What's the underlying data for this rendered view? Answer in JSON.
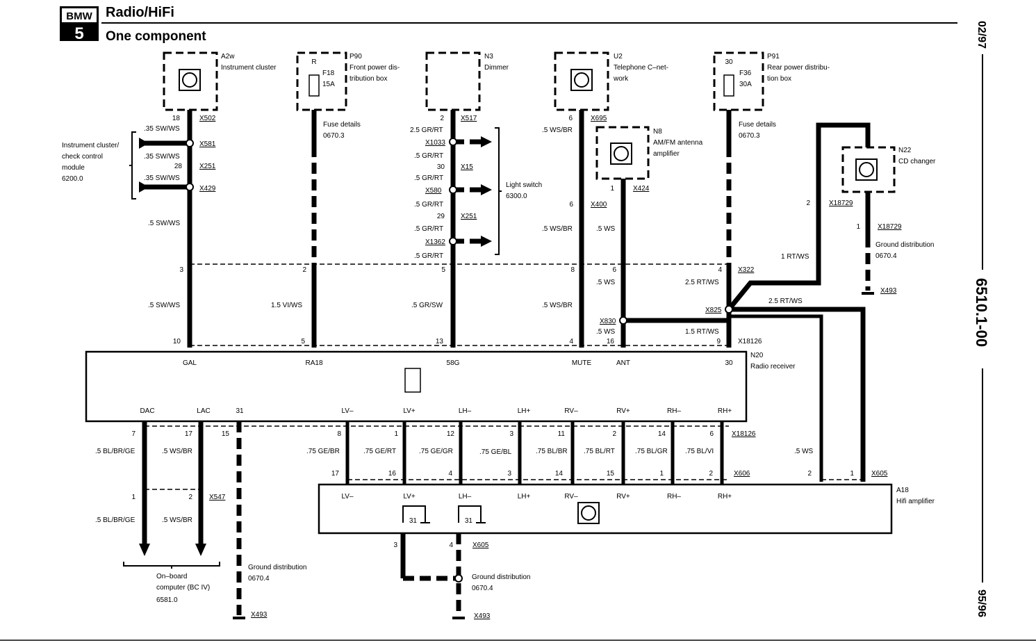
{
  "header": {
    "brand": "BMW",
    "series": "5",
    "title": "Radio/HiFi",
    "subtitle": "One component"
  },
  "margin": {
    "date_top": "02/97",
    "doc_number": "6510.1-00",
    "date_bottom": "95/96"
  },
  "components": {
    "a2w": {
      "id": "A2w",
      "lines": [
        "Instrument cluster"
      ]
    },
    "p90": {
      "id": "P90",
      "lines": [
        "Front power dis-",
        "tribution box"
      ],
      "terminal": "R",
      "fuse": "F18",
      "amp": "15A"
    },
    "n3": {
      "id": "N3",
      "lines": [
        "Dimmer"
      ]
    },
    "u2": {
      "id": "U2",
      "lines": [
        "Telephone C–net-",
        "work"
      ]
    },
    "p91": {
      "id": "P91",
      "lines": [
        "Rear power distribu-",
        "tion box"
      ],
      "terminal": "30",
      "fuse": "F36",
      "amp": "30A"
    },
    "n8": {
      "id": "N8",
      "lines": [
        "AM/FM antenna",
        "amplifier"
      ]
    },
    "n22": {
      "id": "N22",
      "lines": [
        "CD changer"
      ]
    },
    "n20": {
      "id": "N20",
      "lines": [
        "Radio receiver"
      ]
    },
    "a18": {
      "id": "A18",
      "lines": [
        "Hifi amplifier"
      ]
    }
  },
  "connectors": {
    "x502": "X502",
    "x581": "X581",
    "x251": "X251",
    "x429": "X429",
    "x517": "X517",
    "x1033": "X1033",
    "x15": "X15",
    "x580": "X580",
    "x251b": "X251",
    "x1362": "X1362",
    "x695": "X695",
    "x424": "X424",
    "x400": "X400",
    "x18729a": "X18729",
    "x18729b": "X18729",
    "x493a": "X493",
    "x322": "X322",
    "x825": "X825",
    "x830": "X830",
    "x18126": "X18126",
    "x18126b": "X18126",
    "x606": "X606",
    "x605": "X605",
    "x547": "X547",
    "x605b": "X605",
    "x493b": "X493",
    "x493c": "X493"
  },
  "refs": {
    "ic_check": [
      "Instrument cluster/",
      "check control",
      "module",
      "6200.0"
    ],
    "fuse_details_1": [
      "Fuse details",
      "0670.3"
    ],
    "fuse_details_2": [
      "Fuse details",
      "0670.3"
    ],
    "light_switch": [
      "Light switch",
      "6300.0"
    ],
    "ground_dist_1": [
      "Ground distribution",
      "0670.4"
    ],
    "ground_dist_2": [
      "Ground distribution",
      "0670.4"
    ],
    "ground_dist_3": [
      "Ground distribution",
      "0670.4"
    ],
    "onboard": [
      "On–board",
      "computer (BC IV)",
      "6581.0"
    ]
  },
  "wires": {
    "a2w_top": ".35 SW/WS",
    "a2w_mid": ".35 SW/WS",
    "a2w_low": ".35 SW/WS",
    "a2w_main": ".5 SW/WS",
    "a2w_lower": ".5 SW/WS",
    "p90_lower": "1.5 VI/WS",
    "n3_1": "2.5 GR/RT",
    "n3_2": ".5 GR/RT",
    "n3_3": ".5 GR/RT",
    "n3_4": ".5 GR/RT",
    "n3_5": ".5 GR/RT",
    "n3_6": ".5 GR/RT",
    "n3_lower": ".5 GR/SW",
    "u2_1": ".5 WS/BR",
    "u2_2": ".5 WS/BR",
    "u2_lower": ".5 WS/BR",
    "n8_1": ".5 WS",
    "n8_2": ".5 WS",
    "n8_3": ".5 WS",
    "cd_1": "1 RT/WS",
    "cd_2": "2.5 RT/WS",
    "p91_1": "2.5 RT/WS",
    "p91_2": "1.5 RT/WS",
    "amp_ws": ".5 WS",
    "dac": ".5 BL/BR/GE",
    "lac": ".5 WS/BR",
    "dac2": ".5 BL/BR/GE",
    "lac2": ".5 WS/BR",
    "s1": ".75 GE/BR",
    "s2": ".75 GE/RT",
    "s3": ".75 GE/GR",
    "s4": ".75 GE/BL",
    "s5": ".75 BL/BR",
    "s6": ".75 BL/RT",
    "s7": ".75 BL/GR",
    "s8": ".75 BL/VI"
  },
  "pins": {
    "a2w": "18",
    "n3": "2",
    "u2": "6",
    "n8": "1",
    "x400": "6",
    "cd_a": "2",
    "cd_b": "1",
    "x251a": "28",
    "x15": "30",
    "x251b": "29",
    "x322": [
      "3",
      "2",
      "5",
      "8",
      "6",
      "4"
    ],
    "x18126": [
      "10",
      "5",
      "13",
      "4",
      "16",
      "9"
    ],
    "rx_out": [
      "7",
      "17",
      "15",
      "8",
      "1",
      "12",
      "3",
      "11",
      "2",
      "14",
      "6"
    ],
    "x606": [
      "17",
      "16",
      "4",
      "3",
      "14",
      "15",
      "1",
      "2"
    ],
    "x605": [
      "2",
      "1"
    ],
    "x547": [
      "1",
      "2"
    ],
    "amp_gnd": [
      "3",
      "4"
    ],
    "gnd31": [
      "31",
      "31"
    ]
  },
  "n20_pins": {
    "top": [
      "GAL",
      "RA18",
      "58G",
      "MUTE",
      "ANT",
      "30"
    ],
    "bottom": [
      "DAC",
      "LAC",
      "31",
      "LV–",
      "LV+",
      "LH–",
      "LH+",
      "RV–",
      "RV+",
      "RH–",
      "RH+"
    ]
  },
  "a18_pins": [
    "LV–",
    "LV+",
    "LH–",
    "LH+",
    "RV–",
    "RV+",
    "RH–",
    "RH+"
  ]
}
